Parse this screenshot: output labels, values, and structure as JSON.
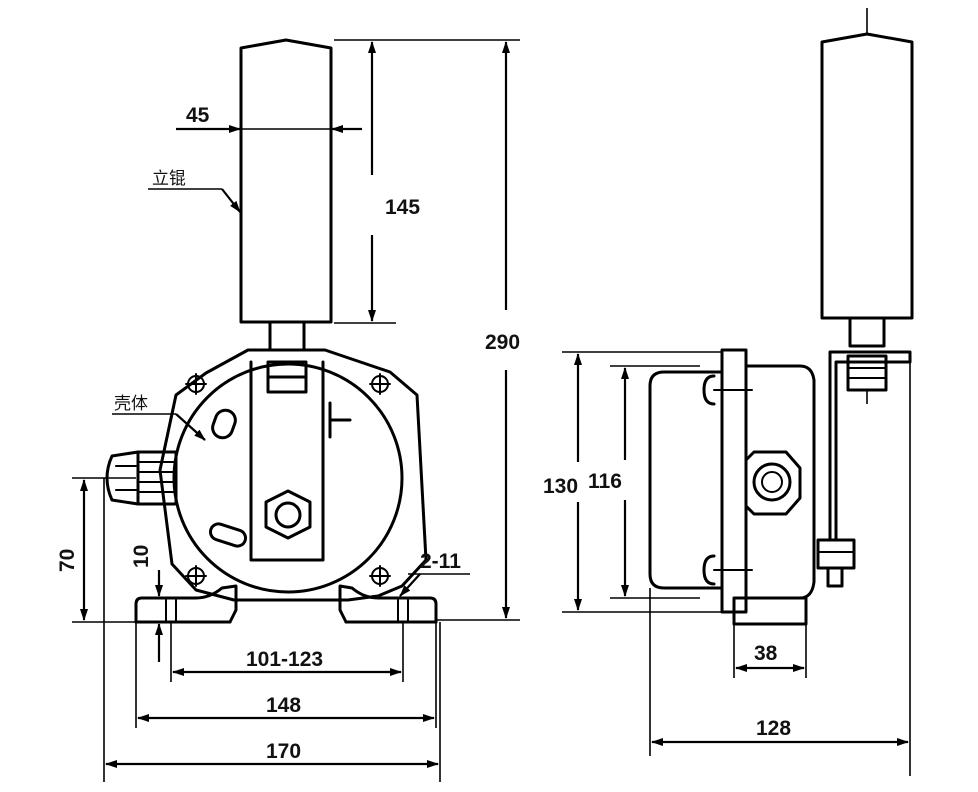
{
  "labels": {
    "roller": "立锟",
    "housing": "壳体"
  },
  "dimensions": {
    "roller_diameter": "45",
    "roller_length": "145",
    "overall_height": "290",
    "base_to_center": "70",
    "base_thickness": "10",
    "mounting_holes": "2-11",
    "hole_spacing": "101-123",
    "base_width": "148",
    "overall_width": "170",
    "housing_height": "130",
    "hole_pitch_vertical": "116",
    "base_depth": "38",
    "overall_depth": "128"
  }
}
